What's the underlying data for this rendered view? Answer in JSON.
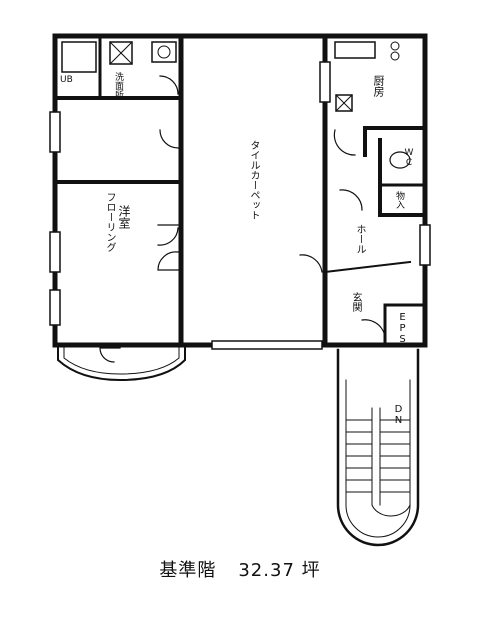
{
  "rooms": {
    "unit_bath": "UB",
    "washroom": "洗面所",
    "kitchen": "厨房",
    "wc": "WC",
    "storage": "物入",
    "western_room": "洋室",
    "flooring": "フローリング",
    "tile_carpet": "タイルカーペット",
    "hall": "ホール",
    "entrance": "玄関",
    "eps": "EPS"
  },
  "stairs": {
    "direction": "DN"
  },
  "footer": {
    "floor": "基準階",
    "area": "32.37 坪"
  }
}
